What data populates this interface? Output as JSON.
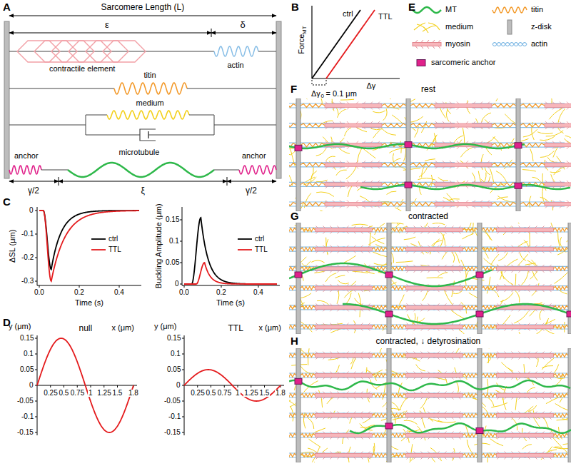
{
  "diagram": {
    "labels": [
      "A",
      "Sarcomere Length (L)",
      "ε",
      "δ",
      "contractile element",
      "actin",
      "titin",
      "medium",
      "anchor",
      "microtubule",
      "anchor",
      "γ/2",
      "ξ",
      "γ/2",
      "B",
      "Force",
      "MT",
      "ctrl",
      "TTL",
      "Δγ",
      "Δγ",
      "0",
      "= 0.1 μm",
      "E",
      "C",
      "0",
      "-0.1",
      "-0.2",
      "-0.3",
      "0.0",
      "0.2",
      "0.4",
      "Time (s)",
      "ΔSL (μm)",
      "ctrl",
      "TTL",
      "0.15",
      "0.1",
      "0.05",
      "0",
      "0.0",
      "0.2",
      "0.4",
      "Time (s)",
      "Buckling Amplitude (μm)",
      "ctrl",
      "TTL",
      "D",
      "y (μm)",
      "null",
      "0.15",
      "0.1",
      "0.05",
      "0",
      "-0.05",
      "-0.1",
      "-0.15",
      "0.25",
      "0.5",
      "0.75",
      "1",
      "1.25",
      "1.5",
      "1.8",
      "x (μm)",
      "y (μm)",
      "TTL",
      "0.15",
      "0.1",
      "0.05",
      "0",
      "-0.05",
      "-0.1",
      "-0.15",
      "0.25",
      "0.5",
      "0.75",
      "1",
      "1.25",
      "1.5",
      "1.8",
      "x (μm)",
      "F",
      "rest",
      "G",
      "contracted",
      "H",
      "contracted, ↓ detyrosination"
    ],
    "legend": [
      {
        "text": "MT"
      },
      {
        "text": "titin"
      },
      {
        "text": "medium"
      },
      {
        "text": "z-disk"
      },
      {
        "text": "myosin"
      },
      {
        "text": "actin"
      },
      {
        "text": "sarcomeric anchor"
      }
    ]
  }
}
